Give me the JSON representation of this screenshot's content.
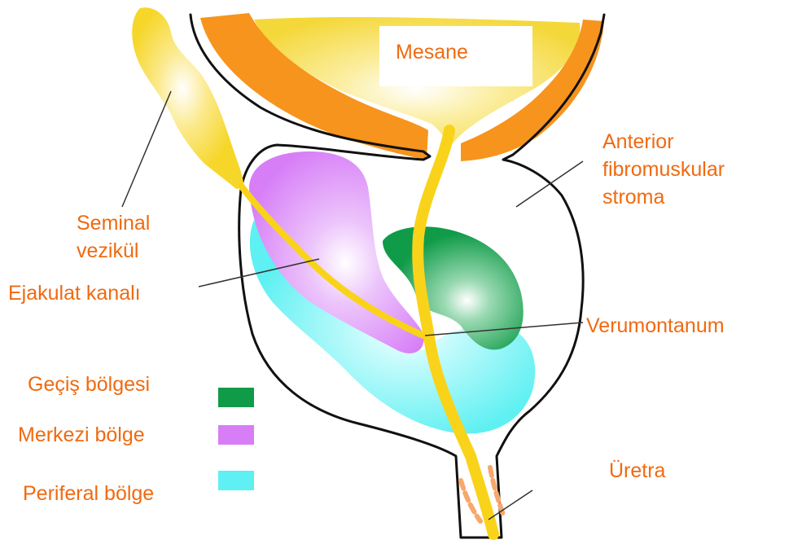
{
  "colors": {
    "label": "#f06a10",
    "bladder": "#f4d83a",
    "bladder_wall": "#f7941d",
    "transition_zone": "#0f9b48",
    "central_zone": "#d77ef7",
    "peripheral_zone": "#5ef0f2",
    "ducts": "#f9d31a",
    "outline": "#111111"
  },
  "labels": {
    "bladder": "Mesane",
    "anterior": [
      "Anterior",
      "fibromuskular",
      "stroma"
    ],
    "seminal": [
      "Seminal",
      "vezikül"
    ],
    "ejaculatory": "Ejakulat kanalı",
    "verumontanum": "Verumontanum",
    "urethra": "Üretra"
  },
  "legend": [
    {
      "label": "Geçiş bölgesi",
      "color": "#0f9b48",
      "icon": "transition-zone-swatch"
    },
    {
      "label": "Merkezi bölge",
      "color": "#d77ef7",
      "icon": "central-zone-swatch"
    },
    {
      "label": "Periferal bölge",
      "color": "#5ef0f2",
      "icon": "peripheral-zone-swatch"
    }
  ]
}
